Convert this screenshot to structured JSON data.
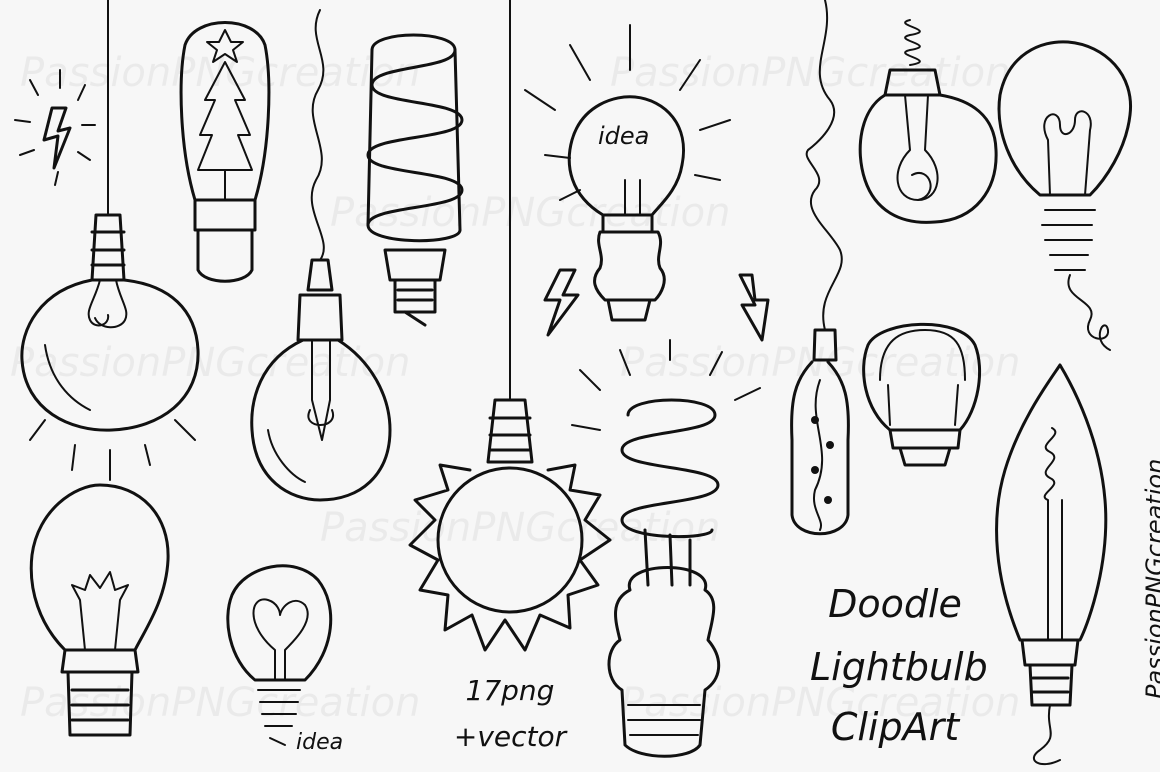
{
  "title": {
    "line1": "Doodle",
    "line2": "Lightbulb",
    "line3": "ClipArt"
  },
  "count": {
    "line1": "17png",
    "line2": "+vector"
  },
  "brand": "PassionPNGcreation",
  "bulb_labels": {
    "top": "idea",
    "bottom": "idea"
  },
  "watermark": "PassionPNGcreation",
  "colors": {
    "background": "#f7f7f7",
    "ink": "#111111"
  }
}
